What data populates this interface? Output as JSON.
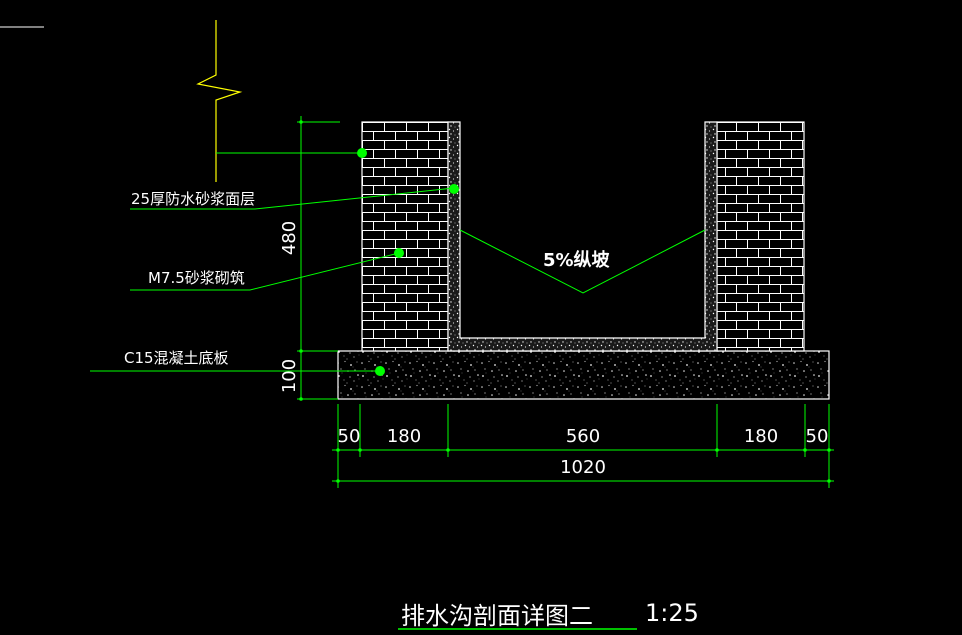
{
  "title": {
    "main": "排水沟剖面详图二",
    "scale": "1:25"
  },
  "labels": {
    "waterproof_layer": "25厚防水砂浆面层",
    "masonry": "M7.5砂浆砌筑",
    "base_slab": "C15混凝土底板",
    "slope": "5%纵坡"
  },
  "dimensions": {
    "horizontal": [
      "50",
      "180",
      "560",
      "180",
      "50"
    ],
    "total": "1020",
    "wall_height": "480",
    "slab_thickness": "100"
  },
  "colors": {
    "background": "#000000",
    "linework": "#ffffff",
    "leader": "#00ff00",
    "break_line": "#ffff00"
  }
}
